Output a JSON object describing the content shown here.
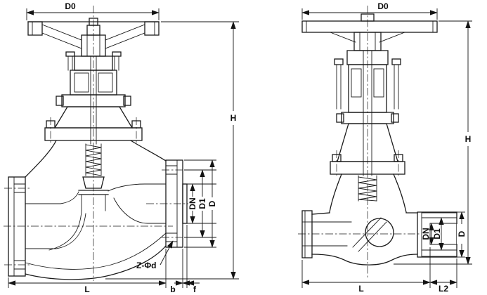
{
  "figure": {
    "kind": "engineering-dimensional-drawing",
    "subject": "Globe valve sectional views with dimension symbols",
    "background": "#ffffff",
    "line_color": "#1a1a1a",
    "views": [
      {
        "name": "flanged-globe-valve-left-view",
        "labels": {
          "d0": "D0",
          "h": "H",
          "dn": "DN",
          "d1": "D1",
          "d": "D",
          "l": "L",
          "b": "b",
          "f": "f",
          "bolt_holes": "Z-Φd"
        }
      },
      {
        "name": "welded-globe-valve-right-view",
        "labels": {
          "d0": "D0",
          "h": "H",
          "dn": "DN",
          "d1": "D1",
          "d": "D",
          "l": "L",
          "l2": "L2"
        }
      }
    ]
  }
}
